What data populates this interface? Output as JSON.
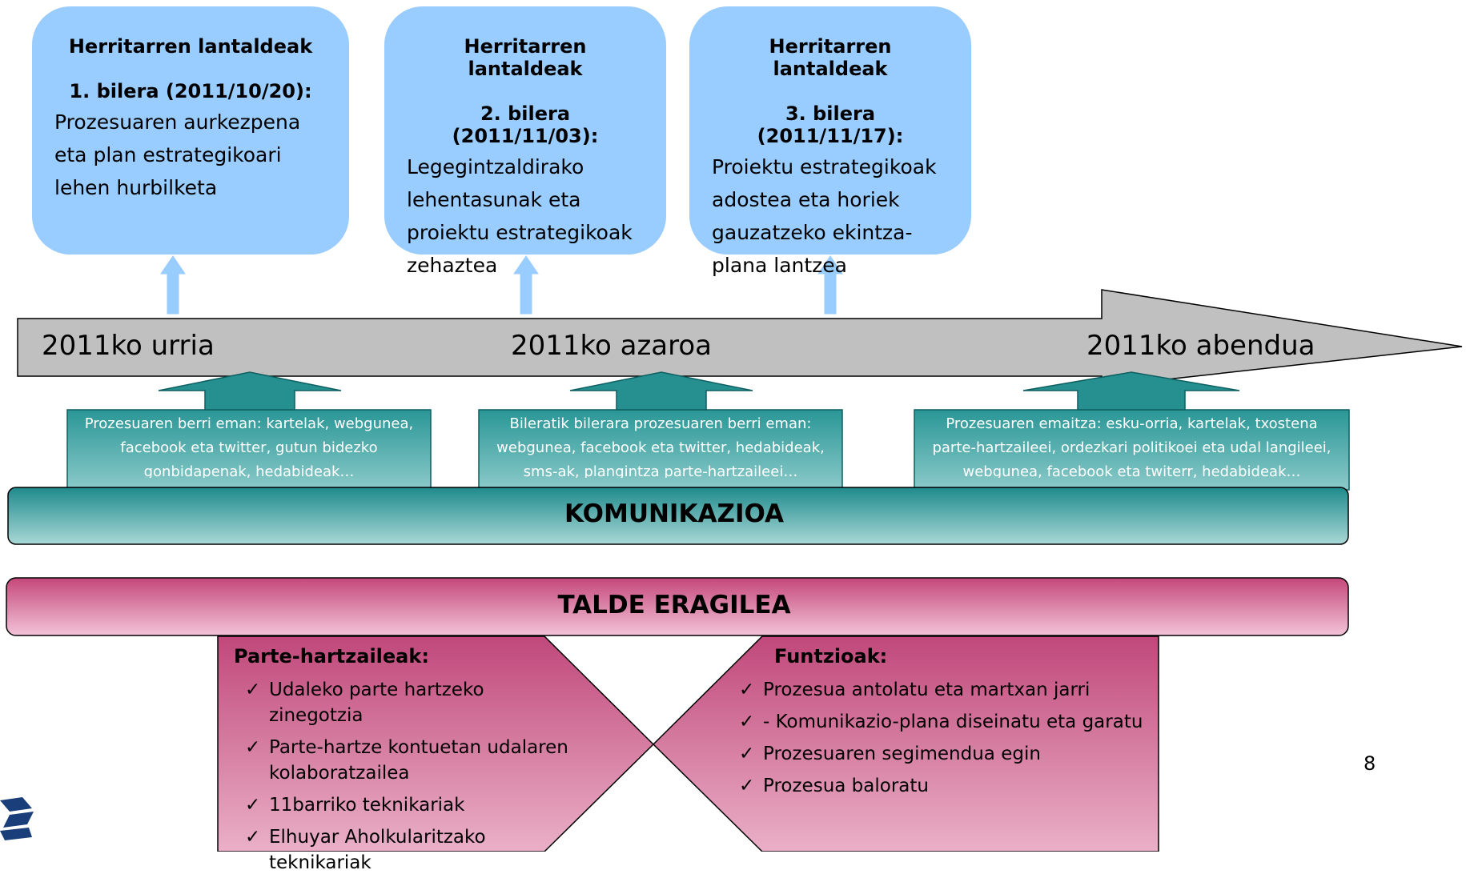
{
  "meetings": [
    {
      "title": "Herritarren lantaldeak",
      "date": "1. bilera (2011/10/20):",
      "lines": [
        "Prozesuaren aurkezpena",
        "eta plan estrategikoari",
        "lehen hurbilketa",
        ""
      ]
    },
    {
      "title": "Herritarren lantaldeak",
      "date": "2. bilera (2011/11/03):",
      "lines": [
        "Legegintzaldirako",
        "lehentasunak eta",
        "proiektu estrategikoak",
        "zehaztea"
      ]
    },
    {
      "title": "Herritarren lantaldeak",
      "date": "3. bilera (2011/11/17):",
      "lines": [
        "Proiektu estrategikoak",
        "adostea eta horiek",
        "gauzatzeko ekintza-",
        "plana lantzea"
      ]
    }
  ],
  "timeline": {
    "months": [
      "2011ko urria",
      "2011ko azaroa",
      "2011ko abendua"
    ]
  },
  "communication": {
    "items": [
      [
        "Prozesuaren berri eman: kartelak, webgunea,",
        "facebook eta twitter, gutun bidezko",
        "gonbidapenak, hedabideak…"
      ],
      [
        "Bileratik bilerara prozesuaren berri eman:",
        "webgunea, facebook eta twitter, hedabideak,",
        "sms-ak, plangintza parte-hartzaileei…"
      ],
      [
        "Prozesuaren emaitza: esku-orria, kartelak, txostena",
        "parte-hartzaileei, ordezkari politikoei eta udal langileei,",
        "webgunea, facebook eta twiterr, hedabideak…"
      ]
    ],
    "title": "KOMUNIKAZIOA"
  },
  "group": {
    "title": "TALDE ERAGILEA",
    "participants": {
      "heading": "Parte-hartzaileak:",
      "items": [
        "Udaleko parte hartzeko zinegotzia",
        "Parte-hartze kontuetan udalaren kolaboratzailea",
        "11barriko teknikariak",
        "Elhuyar Aholkularitzako teknikariak"
      ]
    },
    "functions": {
      "heading": "Funtzioak:",
      "items": [
        "Prozesua antolatu eta martxan jarri",
        "- Komunikazio-plana diseinatu eta garatu",
        " Prozesuaren segimendua egin",
        " Prozesua baloratu"
      ]
    }
  },
  "check_glyph": "✓",
  "page_number": "8",
  "colors": {
    "meeting_box": "#99ccff",
    "up_arrow": "#99ccff",
    "timeline": "#c0c0c0",
    "communication": "#2e9a9a",
    "group": "#c2547f"
  }
}
